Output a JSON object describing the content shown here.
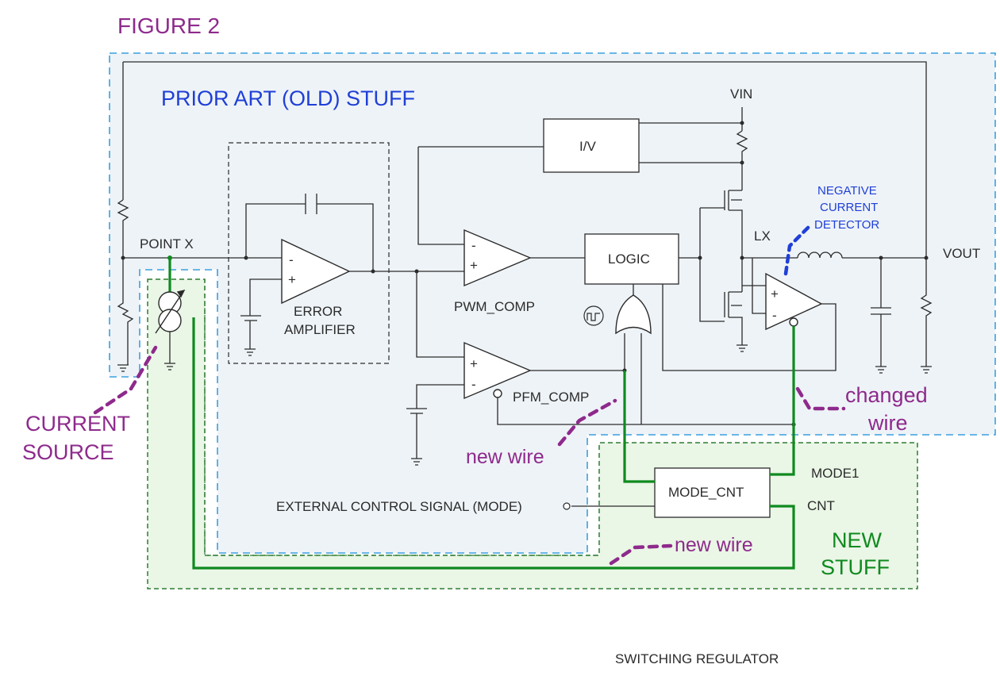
{
  "figure_label": "FIGURE 2",
  "regions": {
    "prior_art_label": "PRIOR ART (OLD) STUFF",
    "new_stuff_label_line1": "NEW",
    "new_stuff_label_line2": "STUFF"
  },
  "schematic": {
    "point_x": "POINT X",
    "vin": "VIN",
    "vout": "VOUT",
    "lx": "LX",
    "iv_block": "I/V",
    "logic_block": "LOGIC",
    "error_amp_line1": "ERROR",
    "error_amp_line2": "AMPLIFIER",
    "pwm_comp": "PWM_COMP",
    "pfm_comp": "PFM_COMP",
    "mode_cnt": "MODE_CNT",
    "mode1": "MODE1",
    "cnt": "CNT",
    "external_control": "EXTERNAL CONTROL SIGNAL (MODE)",
    "caption": "SWITCHING REGULATOR",
    "minus": "-",
    "plus": "+"
  },
  "annotations": {
    "negative_current_line1": "NEGATIVE",
    "negative_current_line2": "CURRENT",
    "negative_current_line3": "DETECTOR",
    "current_source_line1": "CURRENT",
    "current_source_line2": "SOURCE",
    "new_wire_1": "new wire",
    "new_wire_2": "new wire",
    "changed_wire_line1": "changed",
    "changed_wire_line2": "wire"
  },
  "colors": {
    "annotation_purple": "#8e2a8c",
    "annotation_blue": "#1f3fd8",
    "new_wire_green": "#0f8a1f",
    "prior_art_fill": "#eef3f7",
    "prior_art_border": "#3aa0e0",
    "new_stuff_fill": "#eaf6e6",
    "new_stuff_border": "#2e7d32",
    "schematic_ink": "#2b2b2b"
  }
}
